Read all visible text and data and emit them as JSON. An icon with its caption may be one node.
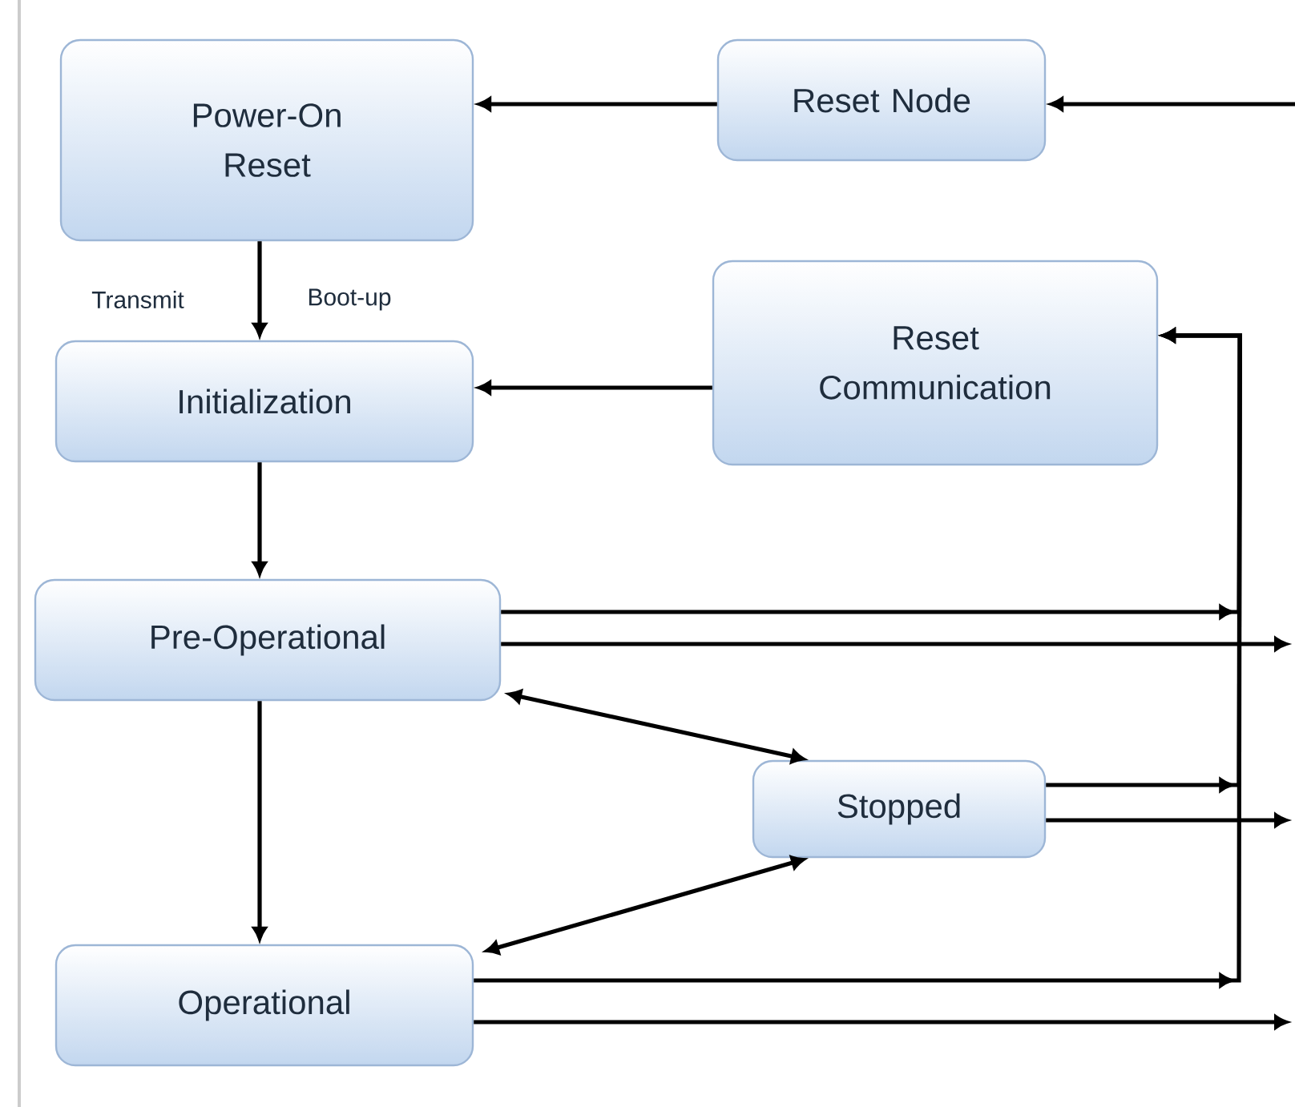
{
  "diagram": {
    "nodes": [
      {
        "text": [
          "Power-On Reset"
        ]
      },
      {
        "text": [
          "Reset Node"
        ]
      },
      {
        "text": [
          "Initialization"
        ]
      },
      {
        "text": [
          "Reset Communication"
        ]
      },
      {
        "text": [
          "Pre-Operational"
        ]
      },
      {
        "text": [
          "Stopped"
        ]
      },
      {
        "text": [
          "Operational"
        ]
      }
    ],
    "edges": [
      {
        "from": null,
        "to": 1,
        "arrow": "to"
      },
      {
        "from": 1,
        "to": 0,
        "arrow": "to"
      },
      {
        "from": 0,
        "to": 2,
        "arrow": "to",
        "label": "Transmit"
      },
      {
        "from": 3,
        "to": 2,
        "arrow": "to"
      },
      {
        "from": 2,
        "to": 4,
        "arrow": "to"
      },
      {
        "from": 4,
        "to": 6,
        "arrow": "to"
      },
      {
        "from": 4,
        "to": 5,
        "arrow": "both"
      },
      {
        "from": 5,
        "to": 6,
        "arrow": "both"
      },
      {
        "from": 4,
        "to": 3,
        "arrow": "to"
      },
      {
        "from": 5,
        "to": 3,
        "arrow": "to"
      },
      {
        "from": 6,
        "to": 3,
        "arrow": "to"
      },
      {
        "from": 4,
        "to": null,
        "arrow": "to"
      },
      {
        "from": 5,
        "to": null,
        "arrow": "to"
      },
      {
        "from": 6,
        "to": null,
        "arrow": "to"
      }
    ],
    "labels": [
      "Boot-up"
    ]
  }
}
